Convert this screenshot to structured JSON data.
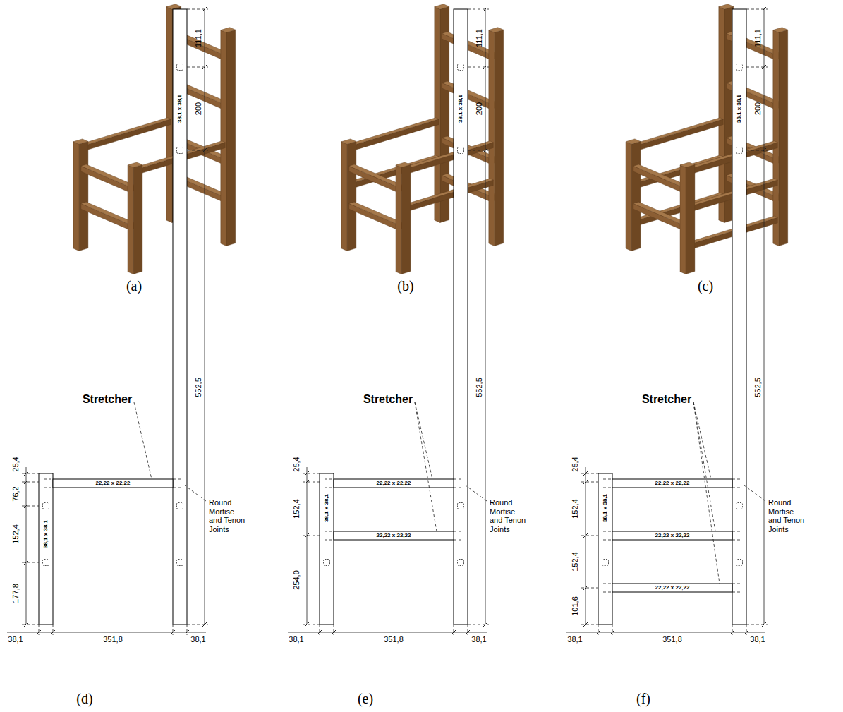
{
  "diagram": {
    "labels": [
      "(a)",
      "(b)",
      "(c)",
      "Stretcher",
      "25,4",
      "76,2",
      "152,4",
      "177,8",
      "38,1",
      "351,8",
      "38,1",
      "38,1 x 38,1",
      "38,1 x 38,1",
      "22,22 x 22,22",
      "111,1",
      "200",
      "552,5",
      "Round Mortise and Tenon Joints",
      "Stretcher",
      "25,4",
      "152,4",
      "254,0",
      "38,1",
      "351,8",
      "38,1",
      "38,1 x 38,1",
      "38,1 x 38,1",
      "22,22 x 22,22",
      "22,22 x 22,22",
      "111,1",
      "200",
      "552,5",
      "Round Mortise and Tenon Joints",
      "Stretcher",
      "25,4",
      "152,4",
      "152,4",
      "101,6",
      "38,1",
      "351,8",
      "38,1",
      "38,1 x 38,1",
      "38,1 x 38,1",
      "22,22 x 22,22",
      "22,22 x 22,22",
      "22,22 x 22,22",
      "111,1",
      "200",
      "552,5",
      "Round Mortise and Tenon Joints",
      "(d)",
      "(e)",
      "(f)"
    ]
  }
}
